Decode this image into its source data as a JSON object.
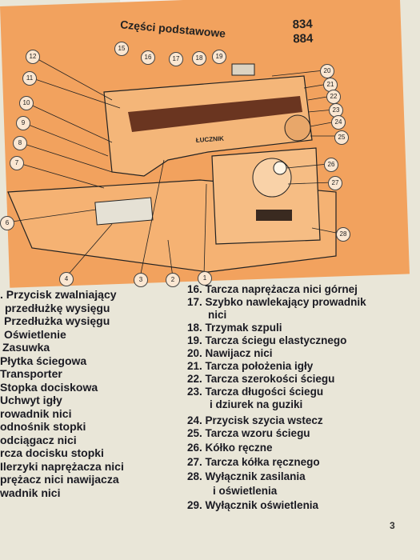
{
  "header": {
    "title": "Części podstawowe",
    "model_numbers": [
      "834",
      "884"
    ]
  },
  "diagram": {
    "brand": "ŁUCZNIK",
    "callouts": [
      "1",
      "2",
      "3",
      "4",
      "6",
      "7",
      "8",
      "9",
      "10",
      "11",
      "12",
      "15",
      "16",
      "17",
      "18",
      "19",
      "20",
      "21",
      "22",
      "23",
      "24",
      "25",
      "26",
      "27",
      "28"
    ]
  },
  "parts_left": [
    ". Przycisk zwalniający",
    "przedłużkę wysięgu",
    "Przedłużka wysięgu",
    "Oświetlenie",
    "Zasuwka",
    "Płytka ściegowa",
    "Transporter",
    "Stopka dociskowa",
    "Uchwyt igły",
    "rowadnik nici",
    "odnośnik stopki",
    "odciągacz nici",
    "rcza docisku stopki",
    "Ilerzyki naprężacza nici",
    "prężacz nici nawijacza",
    "wadnik nici"
  ],
  "parts_right": [
    "16. Tarcza naprężacza nici górnej",
    "17. Szybko nawlekający prowadnik",
    "nici",
    "18. Trzymak szpuli",
    "19. Tarcza ściegu elastycznego",
    "20. Nawijacz nici",
    "21. Tarcza położenia igły",
    "22. Tarcza szerokości ściegu",
    "23. Tarcza długości ściegu",
    "i dziurek na guziki",
    "24. Przycisk szycia wstecz",
    "25. Tarcza wzoru ściegu",
    "26. Kółko ręczne",
    "27. Tarcza kółka ręcznego",
    "28. Wyłącznik zasilania",
    "i oświetlenia",
    "29. Wyłącznik oświetlenia"
  ],
  "page_number": "3"
}
